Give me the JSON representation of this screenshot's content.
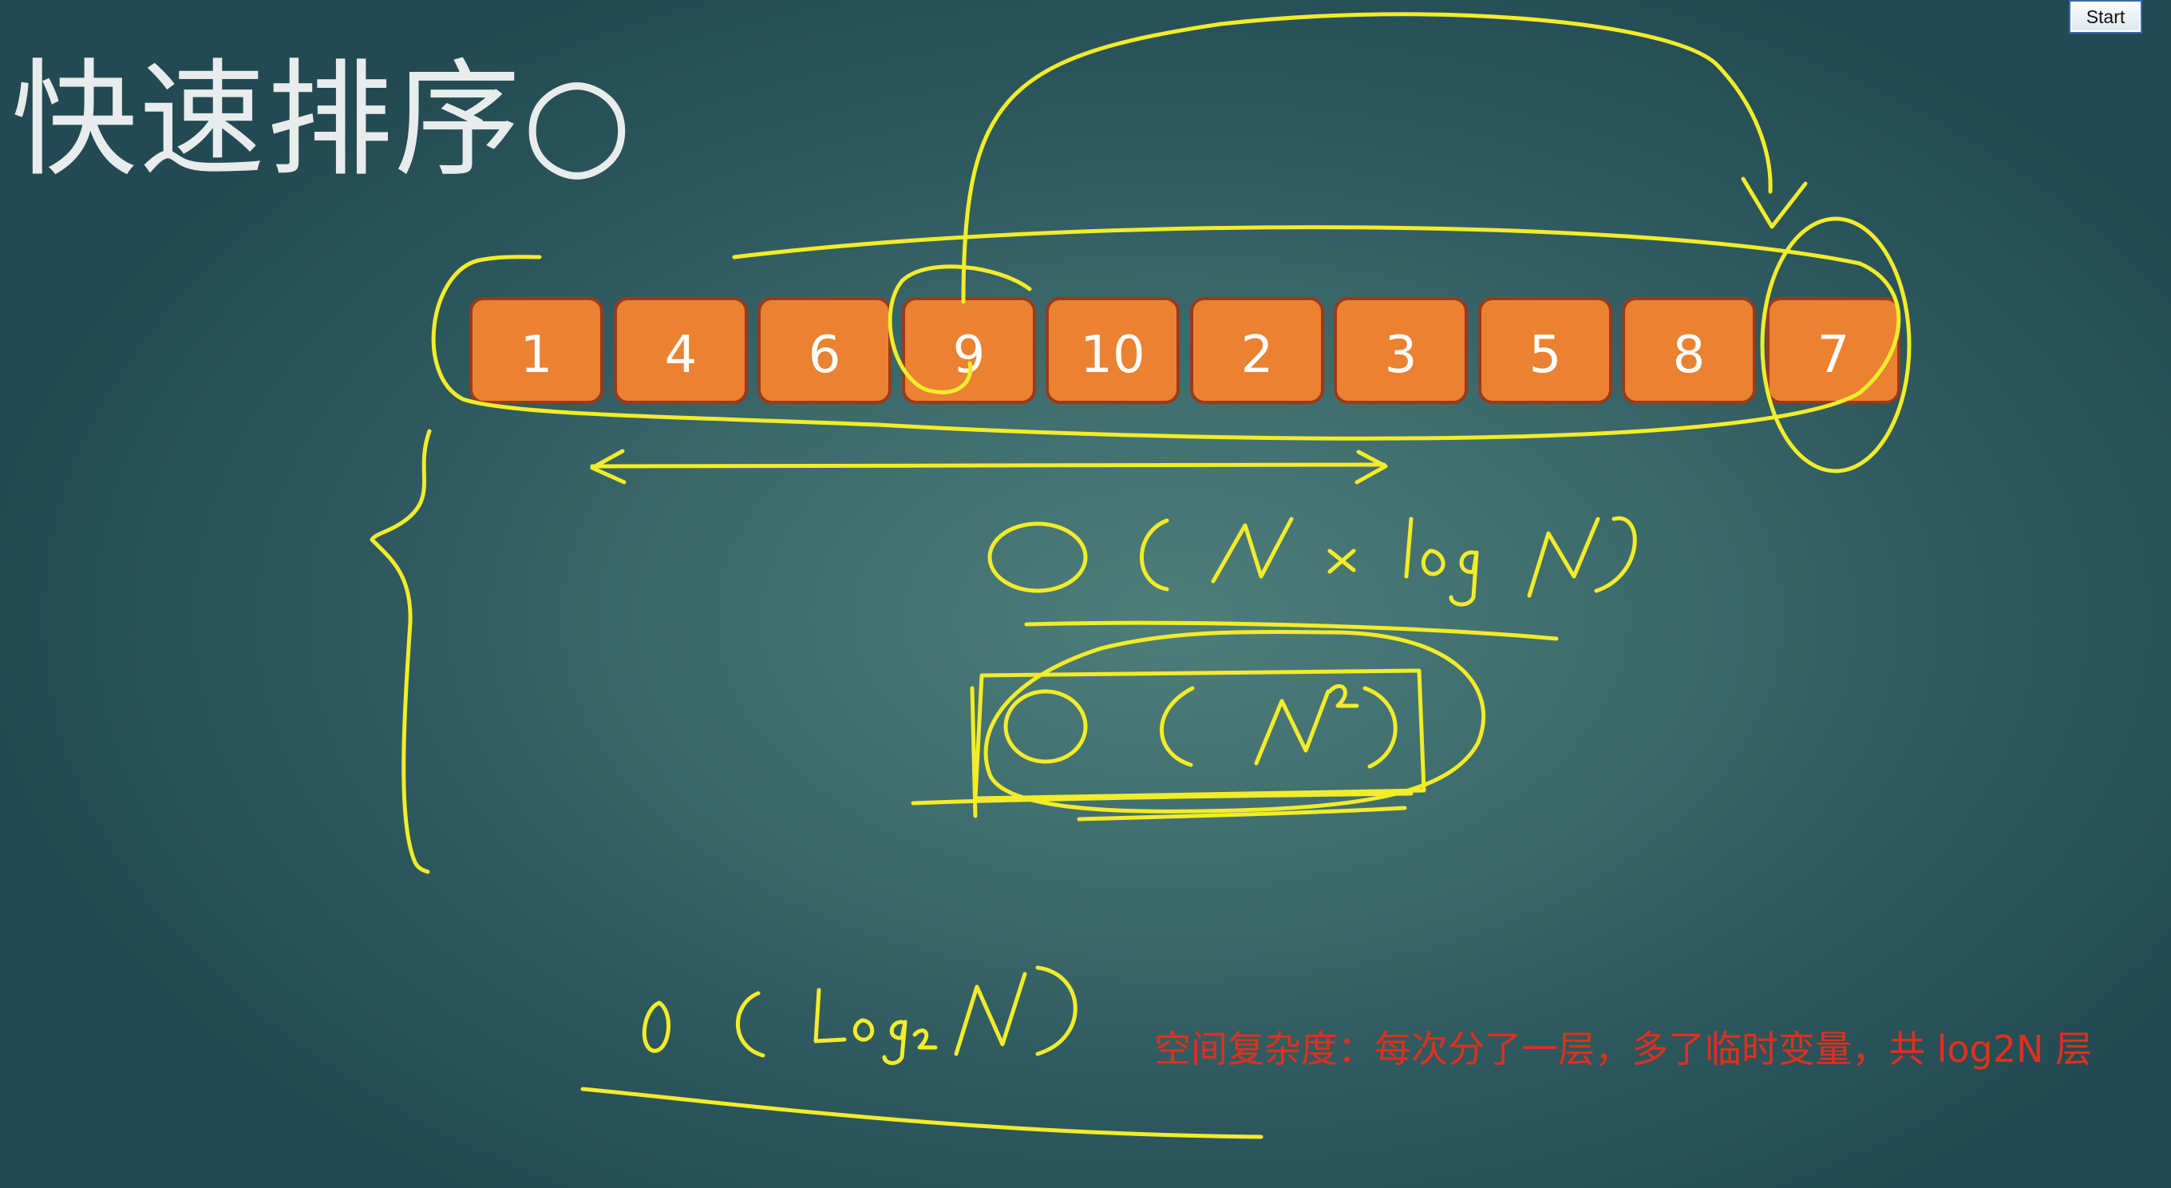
{
  "slide": {
    "title": "快速排序○"
  },
  "controls": {
    "start_label": "Start"
  },
  "array": {
    "cells": [
      "1",
      "4",
      "6",
      "9",
      "10",
      "2",
      "3",
      "5",
      "8",
      "7"
    ]
  },
  "handwriting": {
    "time_complexity": "O(N × log N)",
    "worst_case": "O(N²)",
    "space_complexity": "O(Log₂ N)"
  },
  "note": {
    "text": "空间复杂度：每次分了一层，多了临时变量，共 log2N 层"
  },
  "colors": {
    "background": "#3f6d6d",
    "cell_fill": "#ea8231",
    "cell_border": "#9a3a1c",
    "ink": "#f2ec2a",
    "note": "#e0301e"
  }
}
